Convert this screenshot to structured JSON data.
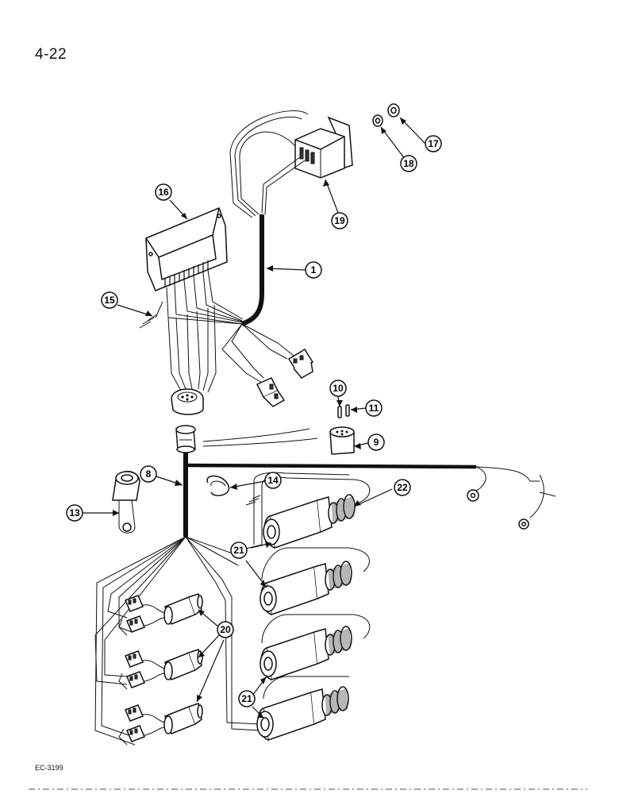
{
  "page": {
    "number": "4-22",
    "figure_code": "EC-3199"
  },
  "callouts": [
    "1",
    "8",
    "9",
    "10",
    "11",
    "13",
    "14",
    "15",
    "16",
    "17",
    "18",
    "19",
    "20",
    "21",
    "22"
  ]
}
